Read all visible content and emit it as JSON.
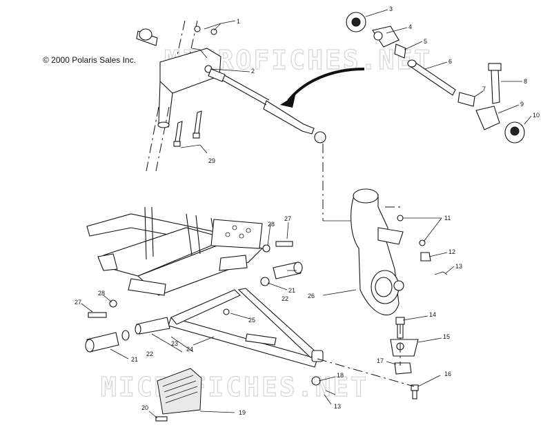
{
  "copyright": "© 2000 Polaris Sales Inc.",
  "watermark": "MICROFICHES.NET",
  "callouts": [
    {
      "id": "c1",
      "label": "1"
    },
    {
      "id": "c2",
      "label": "2"
    },
    {
      "id": "c3",
      "label": "3"
    },
    {
      "id": "c4",
      "label": "4"
    },
    {
      "id": "c5",
      "label": "5"
    },
    {
      "id": "c6",
      "label": "6"
    },
    {
      "id": "c7",
      "label": "7"
    },
    {
      "id": "c8",
      "label": "8"
    },
    {
      "id": "c9",
      "label": "9"
    },
    {
      "id": "c10",
      "label": "10"
    },
    {
      "id": "c11",
      "label": "11"
    },
    {
      "id": "c12",
      "label": "12"
    },
    {
      "id": "c13a",
      "label": "13"
    },
    {
      "id": "c13b",
      "label": "13"
    },
    {
      "id": "c14",
      "label": "14"
    },
    {
      "id": "c15",
      "label": "15"
    },
    {
      "id": "c16",
      "label": "16"
    },
    {
      "id": "c17",
      "label": "17"
    },
    {
      "id": "c18",
      "label": "18"
    },
    {
      "id": "c19",
      "label": "19"
    },
    {
      "id": "c20",
      "label": "20"
    },
    {
      "id": "c21a",
      "label": "21"
    },
    {
      "id": "c21b",
      "label": "21"
    },
    {
      "id": "c22a",
      "label": "22"
    },
    {
      "id": "c22b",
      "label": "22"
    },
    {
      "id": "c23",
      "label": "23"
    },
    {
      "id": "c24",
      "label": "24"
    },
    {
      "id": "c25",
      "label": "25"
    },
    {
      "id": "c26",
      "label": "26"
    },
    {
      "id": "c27a",
      "label": "27"
    },
    {
      "id": "c27b",
      "label": "27"
    },
    {
      "id": "c28a",
      "label": "28"
    },
    {
      "id": "c28b",
      "label": "28"
    },
    {
      "id": "c29",
      "label": "29"
    }
  ]
}
